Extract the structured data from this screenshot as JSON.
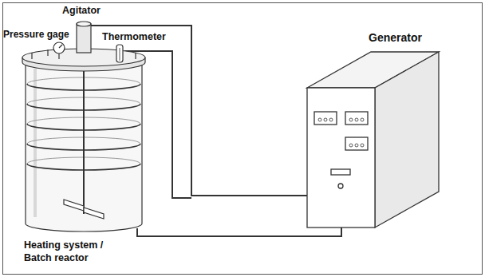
{
  "diagram": {
    "labels": [
      "Agitator",
      "Pressure gage",
      "Thermometer",
      "Generator",
      "Heating system / Batch reactor"
    ]
  }
}
